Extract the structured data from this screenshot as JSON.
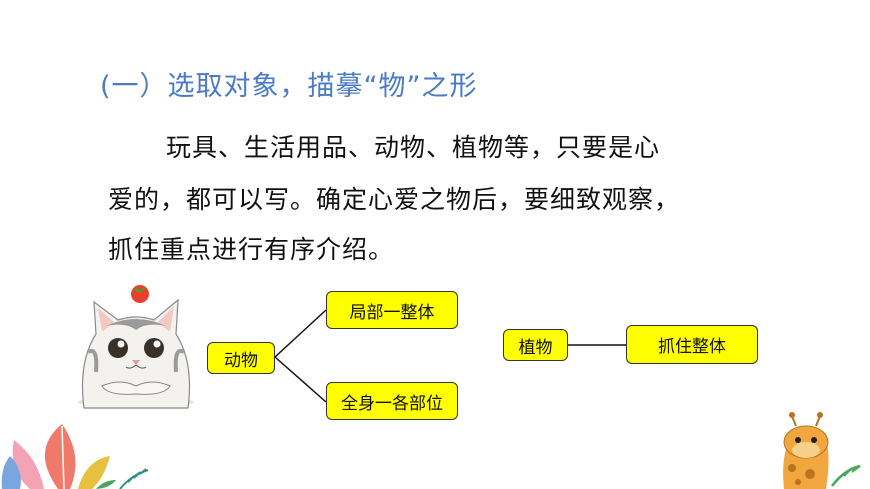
{
  "slide": {
    "heading": "(一）选取对象，描摹“物”之形",
    "paragraph_lines": [
      "玩具、生活用品、动物、植物等，只要是心",
      "爱的，都可以写。确定心爱之物后，要细致观察，",
      "抓住重点进行有序介绍。"
    ]
  },
  "diagram": {
    "animal": {
      "label": "动物",
      "branches": [
        "局部一整体",
        "全身一各部位"
      ]
    },
    "plant": {
      "label": "植物",
      "branch": "抓住整体"
    }
  },
  "colors": {
    "heading": "#4a7bc4",
    "box_fill": "#ffff00",
    "text": "#111111"
  },
  "decorations": [
    "cat-illustration",
    "leaf-illustration",
    "giraffe-illustration"
  ]
}
